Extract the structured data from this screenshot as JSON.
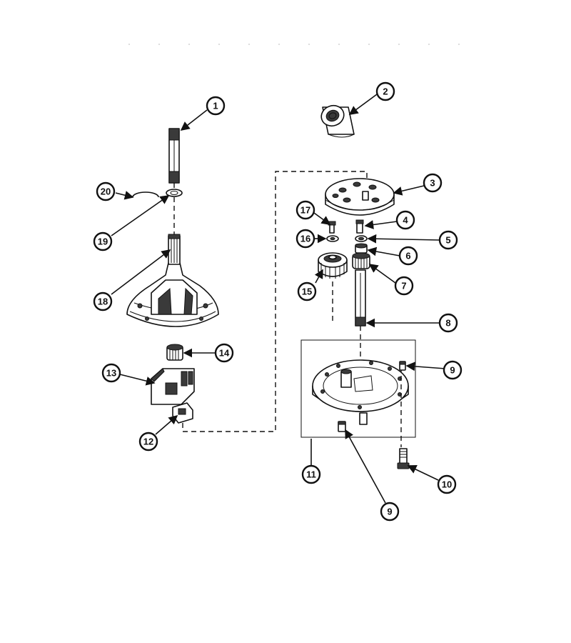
{
  "diagram": {
    "callouts": {
      "c1": "1",
      "c2": "2",
      "c3": "3",
      "c4": "4",
      "c5": "5",
      "c6": "6",
      "c7": "7",
      "c8": "8",
      "c9a": "9",
      "c9b": "9",
      "c10": "10",
      "c11": "11",
      "c12": "12",
      "c13": "13",
      "c14": "14",
      "c15": "15",
      "c16": "16",
      "c17": "17",
      "c18": "18",
      "c19": "19",
      "c20": "20"
    }
  }
}
